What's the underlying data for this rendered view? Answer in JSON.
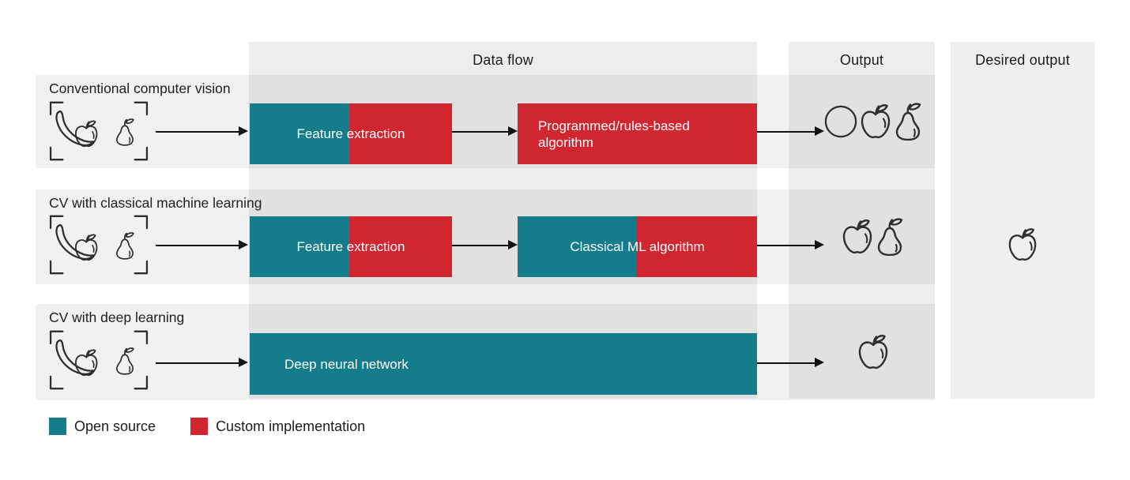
{
  "colors": {
    "teal": "#147c8b",
    "red": "#cf2630",
    "column_band": "#ededed",
    "desired_band": "#efefef",
    "row_overlay": "rgba(128,128,128,0.11)",
    "arrow": "#111111",
    "text": "#212121",
    "box_text": "#ffffff",
    "icon_stroke": "#2e2e2e"
  },
  "headers": {
    "data_flow": "Data flow",
    "output": "Output",
    "desired_output": "Desired output"
  },
  "rows": [
    {
      "label": "Conventional computer vision",
      "input_icon": "scan-frame-with-banana-apple-pear",
      "stages": [
        {
          "label": "Feature extraction",
          "composition": [
            "open-source",
            "custom-implementation"
          ]
        },
        {
          "label": "Programmed/rules-based algorithm",
          "composition": [
            "custom-implementation"
          ]
        }
      ],
      "output_icons": [
        "circle",
        "apple",
        "pear"
      ]
    },
    {
      "label": "CV with classical machine learning",
      "input_icon": "scan-frame-with-banana-apple-pear",
      "stages": [
        {
          "label": "Feature extraction",
          "composition": [
            "open-source",
            "custom-implementation"
          ]
        },
        {
          "label": "Classical ML algorithm",
          "composition": [
            "open-source",
            "custom-implementation"
          ]
        }
      ],
      "output_icons": [
        "apple",
        "pear"
      ]
    },
    {
      "label": "CV with deep learning",
      "input_icon": "scan-frame-with-banana-apple-pear",
      "stages": [
        {
          "label": "Deep neural network",
          "composition": [
            "open-source"
          ]
        }
      ],
      "output_icons": [
        "apple"
      ]
    }
  ],
  "desired_output": {
    "icon": "apple"
  },
  "legend": {
    "items": [
      {
        "label": "Open source",
        "color": "teal"
      },
      {
        "label": "Custom implementation",
        "color": "red"
      }
    ]
  }
}
